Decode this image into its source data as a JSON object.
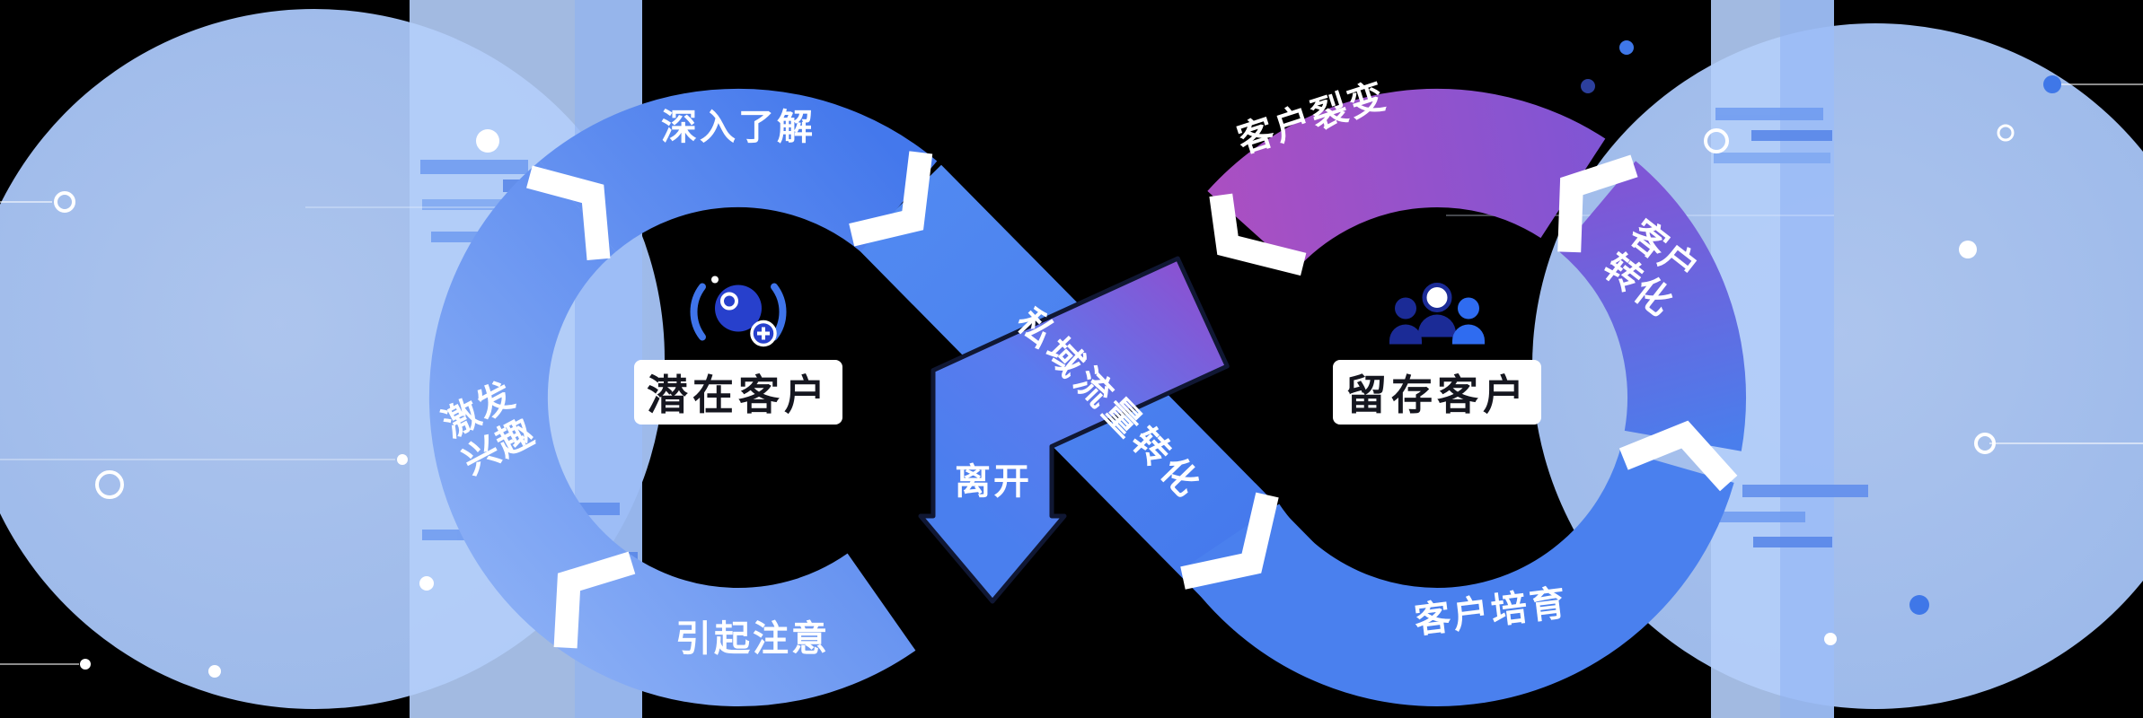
{
  "diagram": {
    "left_cycle": {
      "title": "潜在客户",
      "icon": "attract-customer-icon",
      "segments": [
        {
          "label": "深入了解"
        },
        {
          "label": "激发兴趣",
          "lines": [
            "激发",
            "兴趣"
          ]
        },
        {
          "label": "引起注意"
        }
      ]
    },
    "right_cycle": {
      "title": "留存客户",
      "icon": "customer-group-icon",
      "segments": [
        {
          "label": "客户裂变"
        },
        {
          "label": "客户转化",
          "lines": [
            "客户",
            "转化"
          ]
        },
        {
          "label": "客户培育"
        }
      ]
    },
    "flows": {
      "forward_label": "私域流量转化",
      "exit_label": "离开"
    },
    "colors": {
      "primary_blue": "#4a80ee",
      "light_blue": "#abc8f8",
      "purple": "#a553c4",
      "violet": "#7b55d8",
      "flow_text": "#ffffff",
      "title_text": "#15161f"
    }
  }
}
